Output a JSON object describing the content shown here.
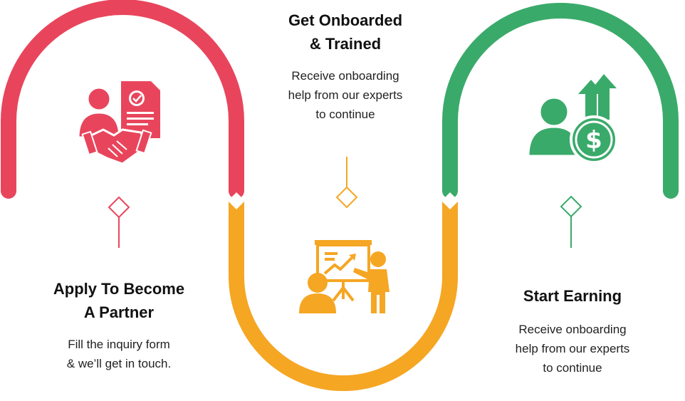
{
  "colors": {
    "red": "#e8455c",
    "orange": "#f5a623",
    "green": "#3aaa6a"
  },
  "steps": [
    {
      "title": [
        "Apply To Become",
        "A Partner"
      ],
      "desc": [
        "Fill the inquiry form",
        "& we’ll get in touch."
      ],
      "icon": "handshake-contract-icon",
      "color": "#e8455c"
    },
    {
      "title": [
        "Get Onboarded",
        "& Trained"
      ],
      "desc": [
        "Receive onboarding",
        "help from our experts",
        "to continue"
      ],
      "icon": "presentation-training-icon",
      "color": "#f5a623"
    },
    {
      "title": [
        "Start Earning"
      ],
      "desc": [
        "Receive onboarding",
        "help from our experts",
        "to continue"
      ],
      "icon": "earnings-growth-icon",
      "color": "#3aaa6a"
    }
  ]
}
